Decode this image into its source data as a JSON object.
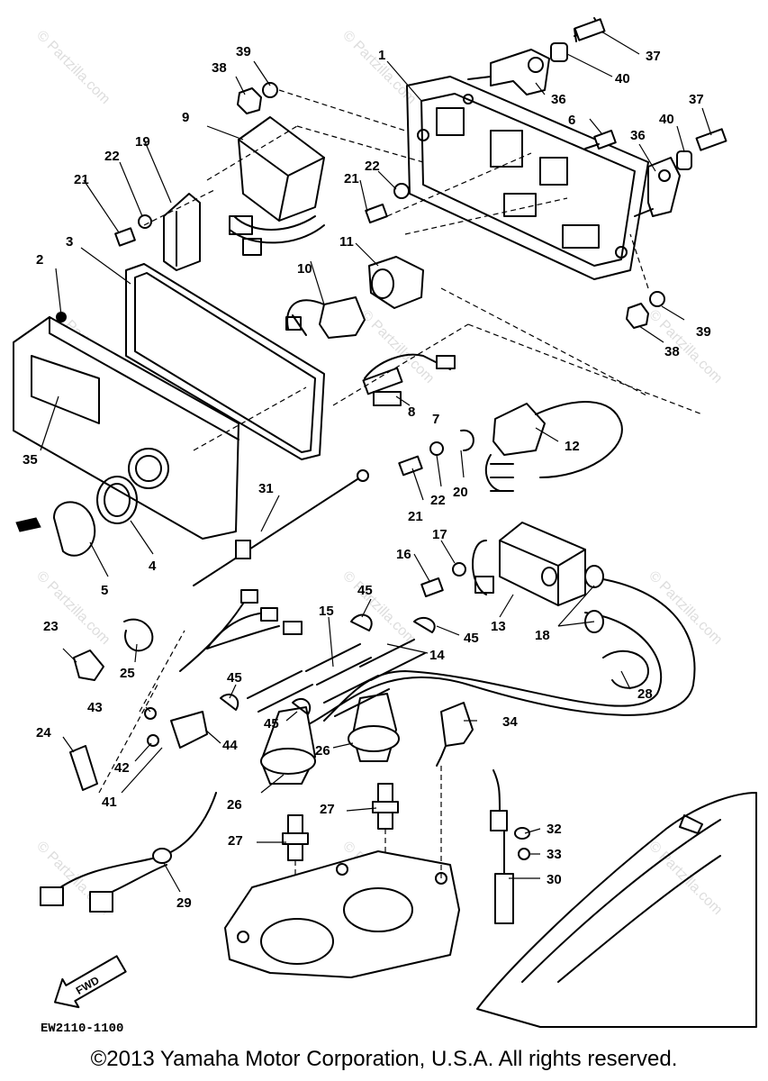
{
  "diagram": {
    "callouts": [
      {
        "id": "1",
        "text": "1"
      },
      {
        "id": "2",
        "text": "2"
      },
      {
        "id": "3",
        "text": "3"
      },
      {
        "id": "4",
        "text": "4"
      },
      {
        "id": "5",
        "text": "5"
      },
      {
        "id": "6",
        "text": "6"
      },
      {
        "id": "7",
        "text": "7"
      },
      {
        "id": "8",
        "text": "8"
      },
      {
        "id": "9",
        "text": "9"
      },
      {
        "id": "10",
        "text": "10"
      },
      {
        "id": "11",
        "text": "11"
      },
      {
        "id": "12",
        "text": "12"
      },
      {
        "id": "13",
        "text": "13"
      },
      {
        "id": "14",
        "text": "14"
      },
      {
        "id": "15",
        "text": "15"
      },
      {
        "id": "16",
        "text": "16"
      },
      {
        "id": "17",
        "text": "17"
      },
      {
        "id": "18",
        "text": "18"
      },
      {
        "id": "19",
        "text": "19"
      },
      {
        "id": "20",
        "text": "20"
      },
      {
        "id": "21a",
        "text": "21"
      },
      {
        "id": "21b",
        "text": "21"
      },
      {
        "id": "21c",
        "text": "21"
      },
      {
        "id": "22a",
        "text": "22"
      },
      {
        "id": "22b",
        "text": "22"
      },
      {
        "id": "22c",
        "text": "22"
      },
      {
        "id": "23",
        "text": "23"
      },
      {
        "id": "24",
        "text": "24"
      },
      {
        "id": "25",
        "text": "25"
      },
      {
        "id": "26a",
        "text": "26"
      },
      {
        "id": "26b",
        "text": "26"
      },
      {
        "id": "27a",
        "text": "27"
      },
      {
        "id": "27b",
        "text": "27"
      },
      {
        "id": "28",
        "text": "28"
      },
      {
        "id": "29",
        "text": "29"
      },
      {
        "id": "30",
        "text": "30"
      },
      {
        "id": "31",
        "text": "31"
      },
      {
        "id": "32",
        "text": "32"
      },
      {
        "id": "33",
        "text": "33"
      },
      {
        "id": "34",
        "text": "34"
      },
      {
        "id": "35",
        "text": "35"
      },
      {
        "id": "36a",
        "text": "36"
      },
      {
        "id": "36b",
        "text": "36"
      },
      {
        "id": "37a",
        "text": "37"
      },
      {
        "id": "37b",
        "text": "37"
      },
      {
        "id": "38a",
        "text": "38"
      },
      {
        "id": "38b",
        "text": "38"
      },
      {
        "id": "39a",
        "text": "39"
      },
      {
        "id": "39b",
        "text": "39"
      },
      {
        "id": "40a",
        "text": "40"
      },
      {
        "id": "40b",
        "text": "40"
      },
      {
        "id": "41",
        "text": "41"
      },
      {
        "id": "42",
        "text": "42"
      },
      {
        "id": "43",
        "text": "43"
      },
      {
        "id": "44",
        "text": "44"
      },
      {
        "id": "45a",
        "text": "45"
      },
      {
        "id": "45b",
        "text": "45"
      },
      {
        "id": "45c",
        "text": "45"
      },
      {
        "id": "45d",
        "text": "45"
      }
    ],
    "fwd_label": "FWD",
    "drawing_code": "EW2110-1100",
    "watermark": "© Partzilla.com"
  },
  "footer": {
    "copyright": "©2013 Yamaha Motor Corporation, U.S.A. All rights reserved."
  }
}
